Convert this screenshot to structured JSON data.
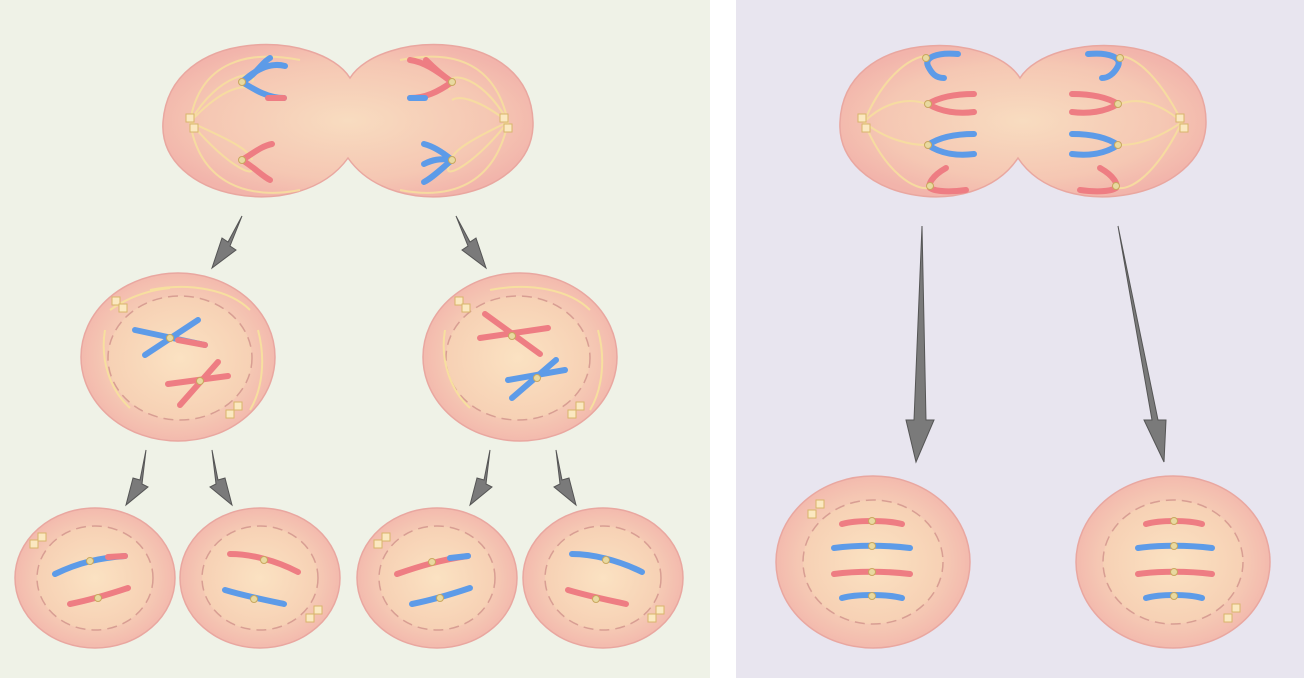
{
  "figure": {
    "panels": [
      {
        "id": "left",
        "label": "",
        "stages": [
          "dividing-cell",
          "two-daughter-cells",
          "four-granddaughter-cells"
        ],
        "colors": {
          "background": "#eff2e7"
        }
      },
      {
        "id": "right",
        "label": "",
        "stages": [
          "dividing-cell",
          "two-daughter-cells"
        ],
        "colors": {
          "background": "#e8e5ef"
        }
      }
    ],
    "colors": {
      "cell_outer": "#f4b9b0",
      "cell_inner": "#f7d3b6",
      "chromosome_red": "#ee7d83",
      "chromosome_blue": "#5d9be8",
      "spindle": "#f7df9f",
      "centromere": "#e8d9a0",
      "arrow": "#7a7a7a"
    }
  }
}
